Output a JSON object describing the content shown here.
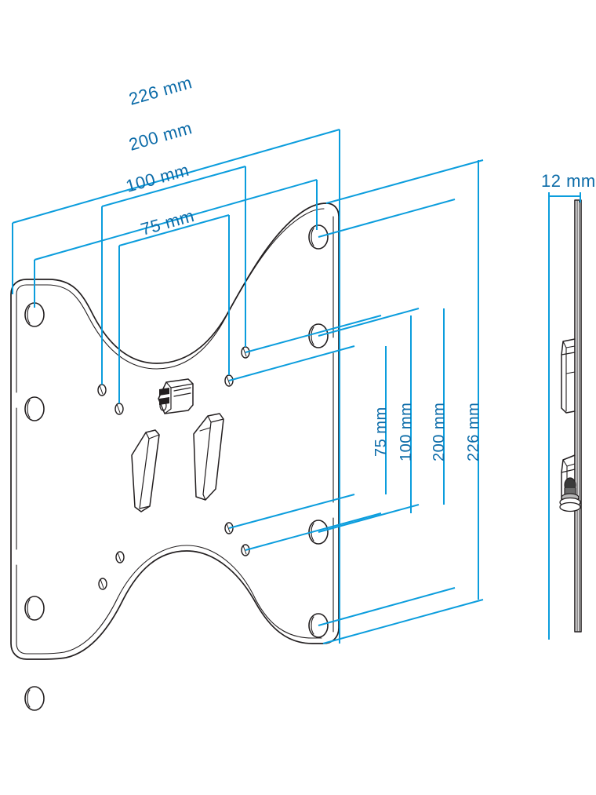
{
  "drawing": {
    "title": "TV wall mount bracket technical drawing",
    "background_color": "#ffffff",
    "dimension_line_color": "#0b9ddd",
    "dimension_text_color": "#0b6ba8",
    "outline_color": "#231f20",
    "views": {
      "front": "front-isometric-view",
      "side": "side-profile-view"
    }
  },
  "dimensions": {
    "horizontal": [
      {
        "label": "226 mm",
        "value": 226,
        "unit": "mm",
        "name": "width-overall"
      },
      {
        "label": "200 mm",
        "value": 200,
        "unit": "mm",
        "name": "width-vesa-200"
      },
      {
        "label": "100 mm",
        "value": 100,
        "unit": "mm",
        "name": "width-vesa-100"
      },
      {
        "label": "75 mm",
        "value": 75,
        "unit": "mm",
        "name": "width-vesa-75"
      }
    ],
    "vertical": [
      {
        "label": "75 mm",
        "value": 75,
        "unit": "mm",
        "name": "height-vesa-75"
      },
      {
        "label": "100 mm",
        "value": 100,
        "unit": "mm",
        "name": "height-vesa-100"
      },
      {
        "label": "200 mm",
        "value": 200,
        "unit": "mm",
        "name": "height-vesa-200"
      },
      {
        "label": "226 mm",
        "value": 226,
        "unit": "mm",
        "name": "height-overall"
      }
    ],
    "depth": [
      {
        "label": "12 mm",
        "value": 12,
        "unit": "mm",
        "name": "depth-thickness"
      }
    ]
  },
  "features": {
    "corner_holes_count": 8,
    "vesa_holes_count": 8,
    "latch_block": "latch-block",
    "ribs_count": 2,
    "side_screw": "side-adjustment-screw"
  }
}
